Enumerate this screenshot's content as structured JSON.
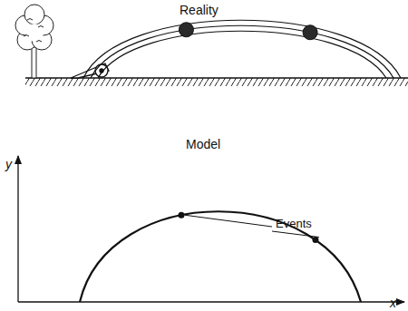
{
  "diagram": {
    "labels": [
      "Reality",
      "Model",
      "Events",
      "y",
      "x"
    ]
  }
}
